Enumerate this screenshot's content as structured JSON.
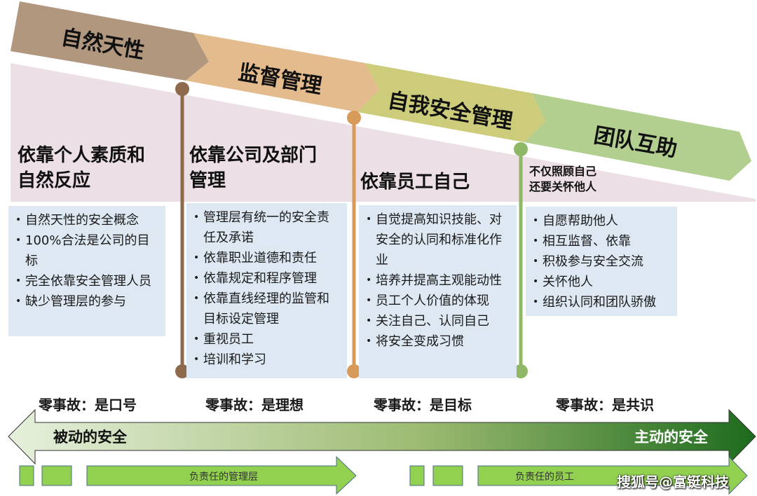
{
  "colors": {
    "stage1": "#b0977e",
    "stage2": "#e3bb8c",
    "stage3": "#cccc7a",
    "stage4": "#b3cf8f",
    "pink": "#ecdfe6",
    "box": "#dde8f3",
    "pin1": "#8e6a4c",
    "pin2": "#d89a58",
    "pin3": "#8fb866",
    "arrow_start": "#e6f0dc",
    "arrow_end": "#1d6b1d",
    "small_arrows": "#92d050"
  },
  "stages": [
    {
      "title": "自然天性",
      "heading": "依靠个人素质和自然反应",
      "items": [
        "自然天性的安全概念",
        "100%合法是公司的目标",
        "完全依靠安全管理人员",
        "缺少管理层的参与"
      ],
      "zero": "零事故：是口号"
    },
    {
      "title": "监督管理",
      "heading": "依靠公司及部门管理",
      "items": [
        "管理层有统一的安全责任及承诺",
        "依靠职业道德和责任",
        "依靠规定和程序管理",
        "依靠直线经理的监管和目标设定管理",
        "重视员工",
        "培训和学习"
      ],
      "zero": "零事故：是理想"
    },
    {
      "title": "自我安全管理",
      "heading": "依靠员工自己",
      "items": [
        "自觉提高知识技能、对安全的认同和标准化作业",
        "培养并提高主观能动性",
        "员工个人价值的体现",
        "关注自己、认同自己",
        "将安全变成习惯"
      ],
      "zero": "零事故：是目标"
    },
    {
      "title": "团队互助",
      "heading_lines": [
        "不仅照顾自己",
        "还要关怀他人"
      ],
      "items": [
        "自愿帮助他人",
        "相互监督、依靠",
        "积极参与安全交流",
        "关怀他人",
        "组织认同和团队骄傲"
      ],
      "zero": "零事故：是共识"
    }
  ],
  "axis": {
    "left_label": "被动的安全",
    "right_label": "主动的安全"
  },
  "bottom": {
    "left_arrow": "负责任的管理层",
    "right_arrow": "负责任的员工"
  },
  "watermark": "搜狐号@富铤科技"
}
